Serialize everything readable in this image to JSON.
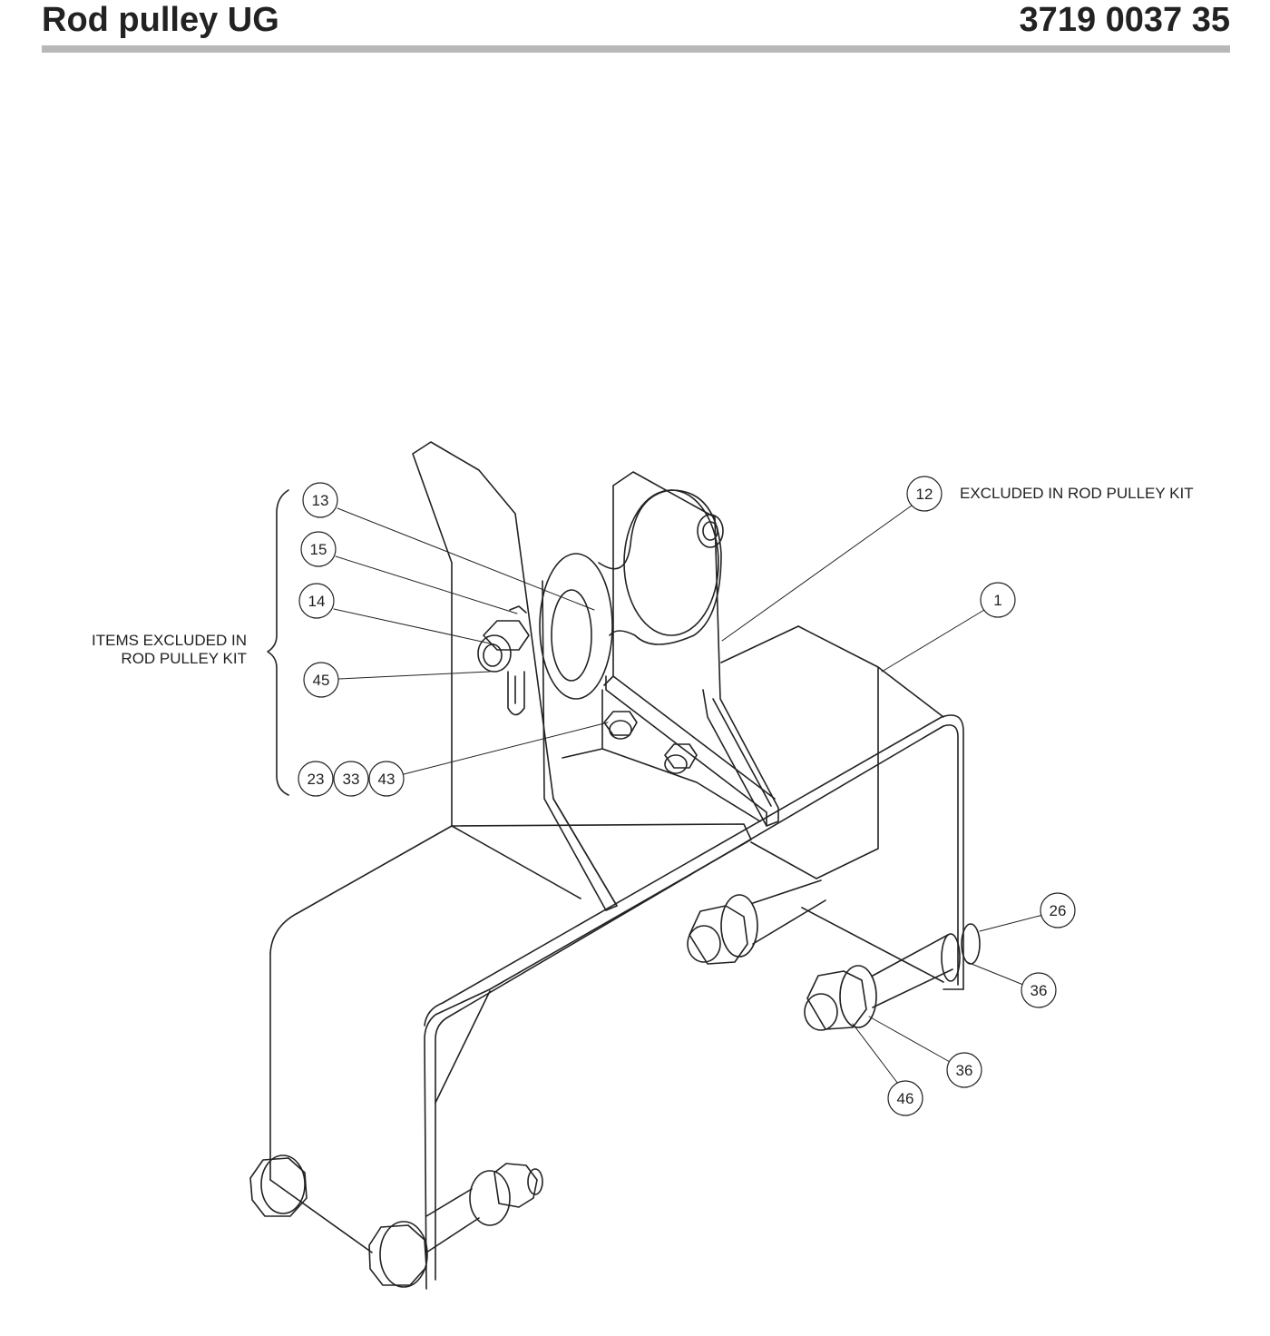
{
  "header": {
    "title": "Rod pulley UG",
    "part_number": "3719 0037 35"
  },
  "notes": {
    "items_excluded_line1": "ITEMS EXCLUDED IN",
    "items_excluded_line2": "ROD PULLEY KIT",
    "excluded_single": "EXCLUDED IN ROD PULLEY KIT"
  },
  "callouts": {
    "c13": "13",
    "c15": "15",
    "c14": "14",
    "c45": "45",
    "c23": "23",
    "c33": "33",
    "c43": "43",
    "c12": "12",
    "c1": "1",
    "c26": "26",
    "c36a": "36",
    "c36b": "36",
    "c46": "46"
  }
}
